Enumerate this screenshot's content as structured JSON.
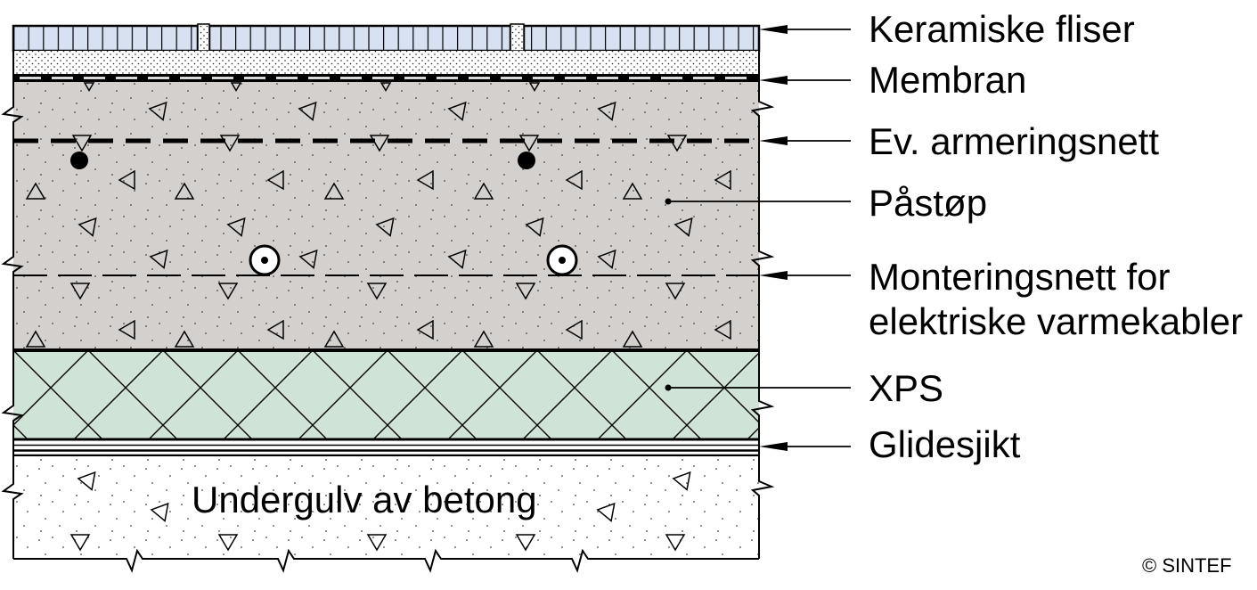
{
  "labels": {
    "ceramic_tiles": "Keramiske fliser",
    "membrane": "Membran",
    "reinforcement": "Ev. armeringsnett",
    "screed": "Påstøp",
    "mounting_net_line1": "Monteringsnett for",
    "mounting_net_line2": "elektriske varmekabler",
    "xps": "XPS",
    "sliding_layer": "Glidesjikt"
  },
  "subfloor_label": "Undergulv av betong",
  "copyright": "© SINTEF",
  "colors": {
    "tiles": "#d7e1f1",
    "screed": "#d3d0ce",
    "xps": "#cfe3d6",
    "ink": "#000000"
  }
}
